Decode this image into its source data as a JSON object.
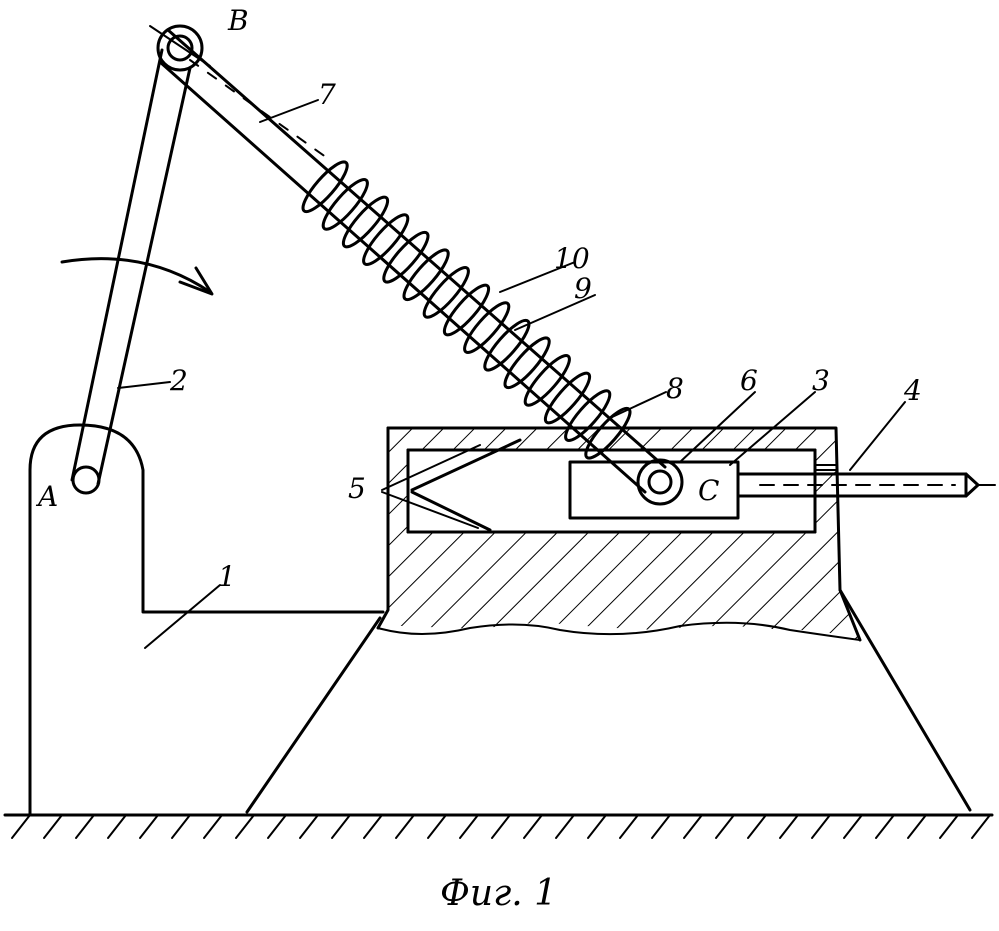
{
  "figure": {
    "caption": "Фиг. 1",
    "point_labels": {
      "a": "A",
      "b": "B",
      "c": "C"
    },
    "part_labels": {
      "p1": "1",
      "p2": "2",
      "p3": "3",
      "p4": "4",
      "p5": "5",
      "p6": "6",
      "p7": "7",
      "p8": "8",
      "p9": "9",
      "p10": "10"
    }
  }
}
